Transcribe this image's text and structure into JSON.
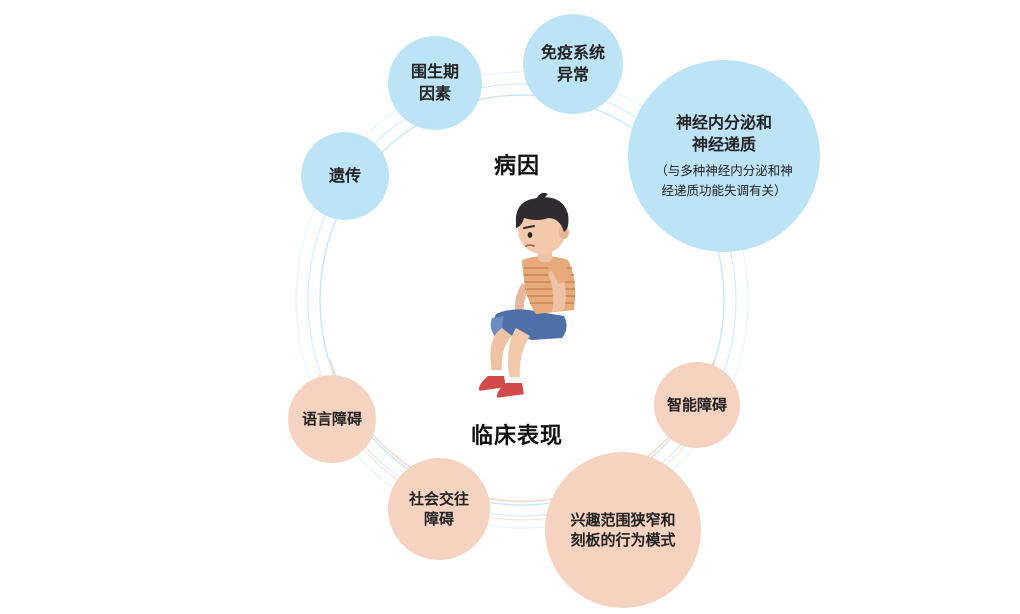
{
  "center": {
    "top_label": "病因",
    "bottom_label": "临床表现"
  },
  "causes": [
    {
      "lines": [
        "遗传"
      ]
    },
    {
      "lines": [
        "围生期",
        "因素"
      ]
    },
    {
      "lines": [
        "免疫系统",
        "异常"
      ]
    },
    {
      "lines": [
        "神经内分泌和",
        "神经递质"
      ],
      "note_lines": [
        "（与多种神经内分泌和神",
        "经递质功能失调有关）"
      ]
    }
  ],
  "manifestations": [
    {
      "lines": [
        "语言障碍"
      ]
    },
    {
      "lines": [
        "社会交往",
        "障碍"
      ]
    },
    {
      "lines": [
        "兴趣范围狭窄和",
        "刻板的行为模式"
      ]
    },
    {
      "lines": [
        "智能障碍"
      ]
    }
  ],
  "colors": {
    "cause_fill": "#bde3f7",
    "manifestation_fill": "#f6d3c0",
    "ring_blue": "#c9e6f5",
    "ring_peach": "#f2d9c9"
  }
}
